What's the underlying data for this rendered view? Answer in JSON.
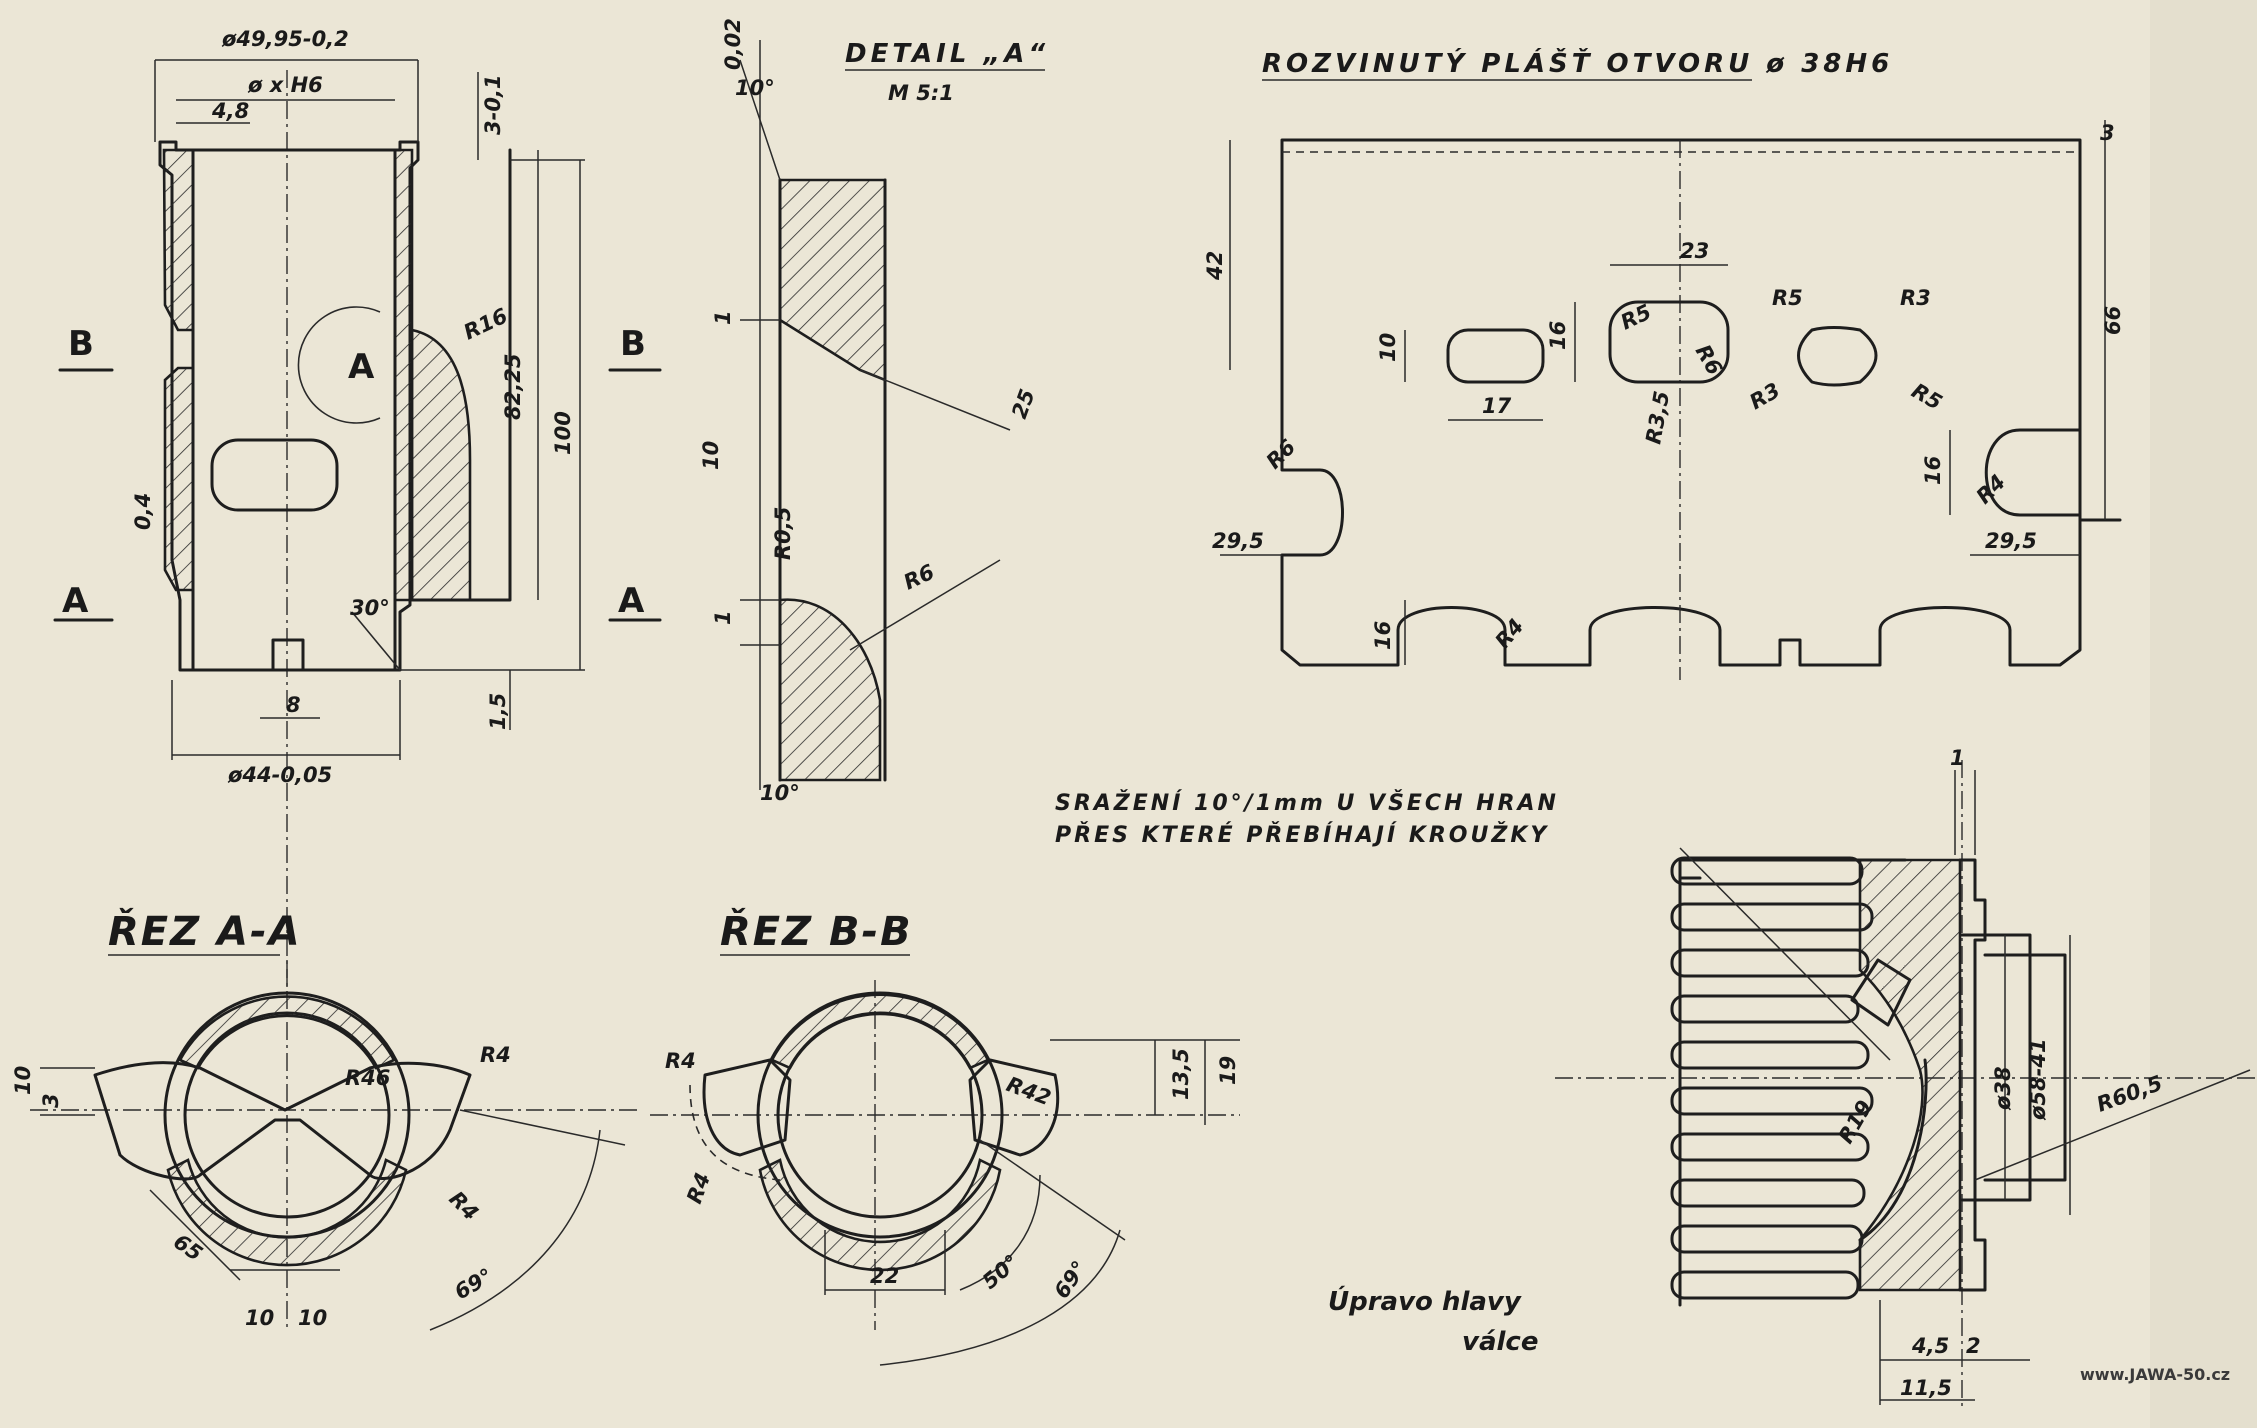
{
  "drawing": {
    "views": {
      "detail_title": "DETAIL „A“",
      "detail_scale": "M 5:1",
      "unrolled_title": "ROZVINUTÝ PLÁŠŤ OTVORU ø 38H6",
      "section_aa": "ŘEZ A-A",
      "section_bb": "ŘEZ B-B",
      "head_title_1": "Úpravo hlavy",
      "head_title_2": "válce"
    },
    "note": {
      "line1": "SRAŽENÍ 10°/1mm U VŠECH HRAN",
      "line2": "PŘES KTERÉ PŘEBÍHAJÍ KROUŽKY"
    },
    "section_marks": {
      "a": "A",
      "b": "B"
    },
    "watermark": "www.JAWA-50.cz",
    "dims": {
      "liner": {
        "outer_d": "ø49,95-0,2",
        "inner_d": "ø x H6",
        "wall": "4,8",
        "top": "3-0,1",
        "r16": "R16",
        "len_82": "82,25",
        "len_100": "100",
        "t04": "0,4",
        "angle30": "30°",
        "slot8": "8",
        "base_d": "ø44-0,05",
        "h15": "1,5",
        "detail_a": "A"
      },
      "detail": {
        "t002": "0,02",
        "a10_top": "10°",
        "one_a": "1",
        "ten": "10",
        "one_b": "1",
        "r05": "R0,5",
        "r6": "R6",
        "r25": "25",
        "a10_bot": "10°"
      },
      "unrolled": {
        "d3": "3",
        "h42": "42",
        "h66": "66",
        "h10": "10",
        "w17": "17",
        "w23": "23",
        "r5a": "R5",
        "r6a": "R6",
        "h16a": "16",
        "r35": "R3,5",
        "r5b": "R5",
        "r3a": "R3",
        "r3b": "R3",
        "r5c": "R5",
        "r6b": "R6",
        "w295a": "29,5",
        "h16b": "16",
        "r4a": "R4",
        "r4b": "R4",
        "h16c": "16",
        "w295b": "29,5"
      },
      "sec_aa": {
        "h10": "10",
        "h3": "3",
        "r46": "R46",
        "r4a": "R4",
        "r4b": "R4",
        "d65": "65",
        "w10a": "10",
        "w10b": "10",
        "a69": "69°"
      },
      "sec_bb": {
        "r4a": "R4",
        "r4b": "R4",
        "r42": "R42",
        "h135": "13,5",
        "h19": "19",
        "w22": "22",
        "a50": "50°",
        "a69": "69°"
      },
      "head": {
        "t1": "1",
        "d38": "ø38",
        "d5841": "ø58-41",
        "r19": "R19",
        "r605": "R60,5",
        "w45": "4,5",
        "w2": "2",
        "w115": "11,5"
      }
    }
  }
}
